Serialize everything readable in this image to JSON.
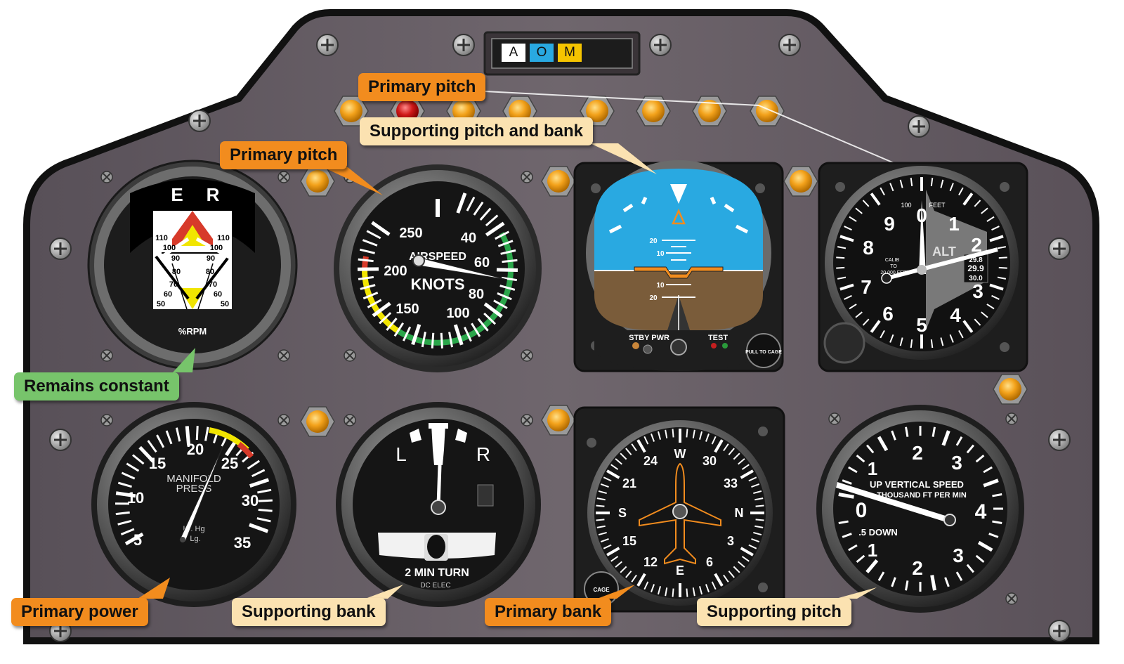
{
  "colors": {
    "panel_fill": "#6a6068",
    "panel_border": "#111111",
    "callout_primary": "#f28c1e",
    "callout_supporting": "#fbe2b1",
    "callout_constant": "#77c46b",
    "sky": "#29a9e1",
    "ground": "#7a5c3a"
  },
  "marker_beacon": {
    "a": "A",
    "o": "O",
    "m": "M",
    "colors": [
      "#ffffff",
      "#29a9e1",
      "#f5c400"
    ]
  },
  "callouts": {
    "altimeter_primary_pitch": "Primary pitch",
    "attitude_supporting": "Supporting pitch and bank",
    "airspeed_primary_pitch": "Primary pitch",
    "tachometer_constant": "Remains constant",
    "manifold_primary_power": "Primary power",
    "turn_supporting_bank": "Supporting bank",
    "heading_primary_bank": "Primary bank",
    "vsi_supporting_pitch": "Supporting pitch"
  },
  "tachometer": {
    "left_label": "E",
    "right_label": "R",
    "unit": "%RPM",
    "scale_labels": [
      "110",
      "100",
      "90",
      "80",
      "70",
      "60",
      "50"
    ]
  },
  "airspeed": {
    "title": "AIRSPEED",
    "unit": "KNOTS",
    "labels": [
      "40",
      "60",
      "80",
      "100",
      "150",
      "200",
      "250"
    ],
    "needle_value": 75
  },
  "attitude": {
    "pitch_labels": [
      "20",
      "10",
      "10",
      "20"
    ],
    "stby_label": "STBY PWR",
    "test_label": "TEST",
    "cage_label": "PULL TO CAGE"
  },
  "altimeter": {
    "digits": [
      "0",
      "1",
      "2",
      "3",
      "4",
      "5",
      "6",
      "7",
      "8",
      "9"
    ],
    "label_100": "100",
    "label_feet": "FEET",
    "alt_label": "ALT",
    "calibration": [
      "CALIB",
      "TO",
      "20,000 FEET"
    ],
    "kollsman": [
      "29.8",
      "29.9",
      "30.0"
    ]
  },
  "manifold": {
    "labels": [
      "5",
      "10",
      "15",
      "20",
      "25",
      "30",
      "35"
    ],
    "title_line1": "MANIFOLD",
    "title_line2": "PRESS",
    "unit_line1": "IN. Hg",
    "unit_line2": "Lg.",
    "needle_value": 23
  },
  "turn": {
    "left": "L",
    "right": "R",
    "bottom_label": "2 MIN TURN",
    "sub_label": "DC ELEC"
  },
  "heading": {
    "cardinals": [
      "N",
      "E",
      "S",
      "W"
    ],
    "numbers": [
      "3",
      "6",
      "12",
      "15",
      "21",
      "24",
      "30",
      "33"
    ],
    "cage": "CAGE"
  },
  "vsi": {
    "labels": [
      "0",
      "1",
      "2",
      "3",
      "4",
      "3",
      "2",
      "1"
    ],
    "up_label": "UP VERTICAL SPEED",
    "sub_label": "THOUSAND FT PER MIN",
    "down_label": ".5 DOWN"
  }
}
